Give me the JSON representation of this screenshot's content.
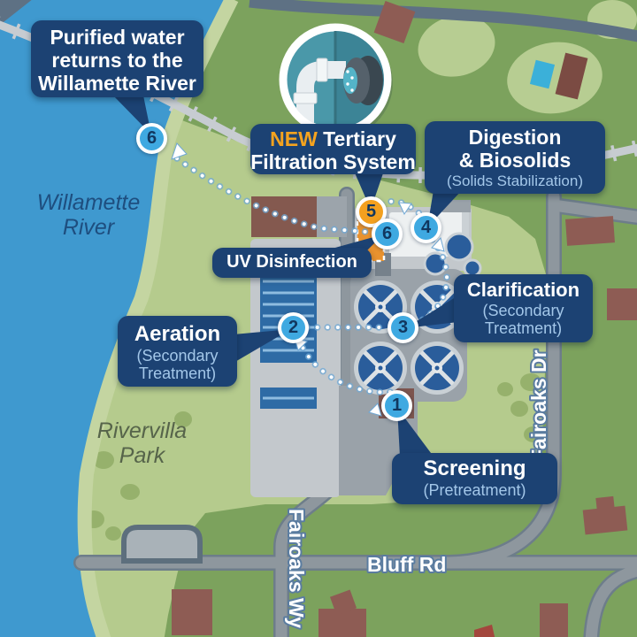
{
  "map_labels": {
    "river": [
      "Willamette",
      "River"
    ],
    "park": [
      "Rivervilla",
      "Park"
    ],
    "streets": {
      "bluff": "Bluff Rd",
      "fairoaks_wy": "Fairoaks Wy",
      "fairoaks_dr": "Fairoaks Dr"
    }
  },
  "callouts": {
    "purified": {
      "lines": [
        "Purified water",
        "returns to the",
        "Willamette River"
      ]
    },
    "tertiary": {
      "highlight": "NEW",
      "title_rest": " Tertiary",
      "line2": "Filtration System"
    },
    "digestion": {
      "lines": [
        "Digestion",
        "& Biosolids"
      ],
      "sub": "(Solids Stabilization)"
    },
    "uv": {
      "title": "UV Disinfection"
    },
    "clarification": {
      "title": "Clarification",
      "sub_lines": [
        "(Secondary",
        "Treatment)"
      ]
    },
    "aeration": {
      "title": "Aeration",
      "sub_lines": [
        "(Secondary",
        "Treatment)"
      ]
    },
    "screening": {
      "title": "Screening",
      "sub": "(Pretreatment)"
    }
  },
  "badges": {
    "step1": "1",
    "step2": "2",
    "step3": "3",
    "step4": "4",
    "step5": "5",
    "step6_plant": "6",
    "step6_river": "6"
  },
  "colors": {
    "water": "#3F99CF",
    "park_green": "#B5CB8D",
    "dark_green": "#7CA25D",
    "callout_navy": "#1C4273",
    "badge_blue": "#3FA9E1",
    "badge_orange": "#F3A01F",
    "new_highlight": "#F5A31F",
    "sub_text": "#A3C7E9",
    "road_gray": "#8E979E",
    "building_brown": "#8E5C54",
    "tank_blue": "#2A5D9B",
    "tertiary_orange": "#E8922F"
  }
}
